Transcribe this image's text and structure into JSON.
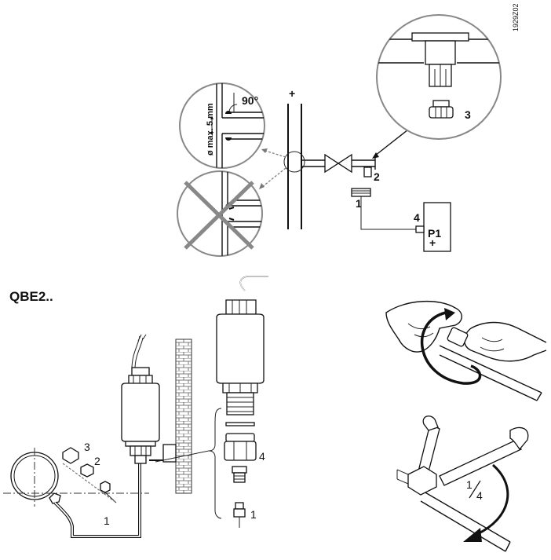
{
  "figure_id": "1929Z02",
  "title": "QBE2..",
  "top": {
    "plus_sign": "+",
    "dimension_text": "ø max. 5 mm",
    "angle_text": "90°",
    "sensor_label": "P1",
    "sensor_plus": "+",
    "callouts": {
      "n1": "1",
      "n2": "2",
      "n3": "3",
      "n4": "4"
    }
  },
  "bottom": {
    "callouts": {
      "n1": "1",
      "n2": "2",
      "n3": "3",
      "n4": "4",
      "n1b": "1"
    },
    "wrench_fraction": {
      "num": "1",
      "den": "4"
    }
  }
}
